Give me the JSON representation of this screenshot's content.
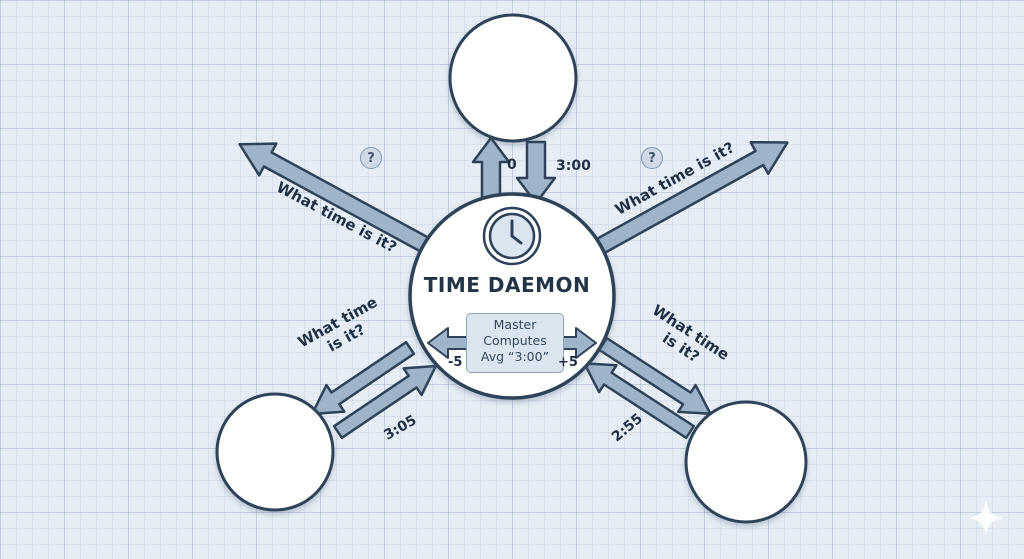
{
  "diagram": {
    "daemon_title": "TIME DAEMON",
    "master_lines": [
      "Master",
      "Computes",
      "Avg “3:00”"
    ],
    "query_text": "What time is it?",
    "query_text_split": [
      "What time",
      "is it?"
    ],
    "question_badge": "?",
    "top_up_value": "0",
    "top_down_value": "3:00",
    "offset_left": "-5",
    "offset_right": "+5",
    "left_node_time": "3:05",
    "right_node_time": "2:55"
  },
  "colors": {
    "arrow_fill": "#9fb4c9",
    "arrow_stroke": "#2e4259",
    "node_fill": "#ffffff",
    "node_stroke": "#2e4259",
    "text": "#1f3045"
  },
  "icons": [
    "clock-icon",
    "question-icon",
    "sparkle-icon"
  ]
}
